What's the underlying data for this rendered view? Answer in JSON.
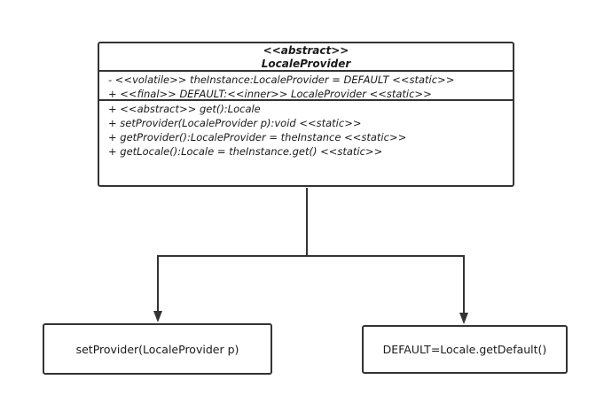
{
  "class_box": {
    "stereotype": "<<abstract>>",
    "name": "LocaleProvider",
    "attributes": [
      "- <<volatile>> theInstance:LocaleProvider = DEFAULT <<static>>",
      "+ <<final>> DEFAULT:<<inner>> LocaleProvider <<static>>"
    ],
    "methods": [
      "+ <<abstract>> get():Locale",
      "+ setProvider(LocaleProvider p):void <<static>>",
      "+ getProvider():LocaleProvider = theInstance <<static>>",
      "+ getLocale():Locale = theInstance.get()  <<static>>"
    ]
  },
  "boxes": {
    "left": "setProvider(LocaleProvider p)",
    "right": "DEFAULT=Locale.getDefault()"
  }
}
